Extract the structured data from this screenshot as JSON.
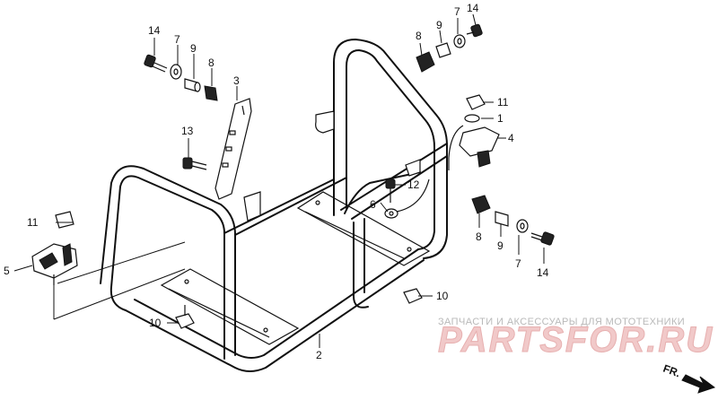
{
  "watermark": {
    "tagline": "ЗАПЧАСТИ И АКСЕССУАРЫ ДЛЯ МОТОТЕХНИКИ",
    "brand": "PARTSFOR.RU"
  },
  "direction": {
    "label": "FR."
  },
  "callouts": [
    {
      "id": "c14a",
      "number": "14"
    },
    {
      "id": "c7a",
      "number": "7"
    },
    {
      "id": "c9a",
      "number": "9"
    },
    {
      "id": "c8a",
      "number": "8"
    },
    {
      "id": "c3",
      "number": "3"
    },
    {
      "id": "c13",
      "number": "13"
    },
    {
      "id": "c11a",
      "number": "11"
    },
    {
      "id": "c5",
      "number": "5"
    },
    {
      "id": "c10a",
      "number": "10"
    },
    {
      "id": "c2",
      "number": "2"
    },
    {
      "id": "c8b",
      "number": "8"
    },
    {
      "id": "c9b",
      "number": "9"
    },
    {
      "id": "c7b",
      "number": "7"
    },
    {
      "id": "c14b",
      "number": "14"
    },
    {
      "id": "c11b",
      "number": "11"
    },
    {
      "id": "c1",
      "number": "1"
    },
    {
      "id": "c4",
      "number": "4"
    },
    {
      "id": "c12",
      "number": "12"
    },
    {
      "id": "c6",
      "number": "6"
    },
    {
      "id": "c8c",
      "number": "8"
    },
    {
      "id": "c9c",
      "number": "9"
    },
    {
      "id": "c7c",
      "number": "7"
    },
    {
      "id": "c14c",
      "number": "14"
    },
    {
      "id": "c10b",
      "number": "10"
    }
  ]
}
